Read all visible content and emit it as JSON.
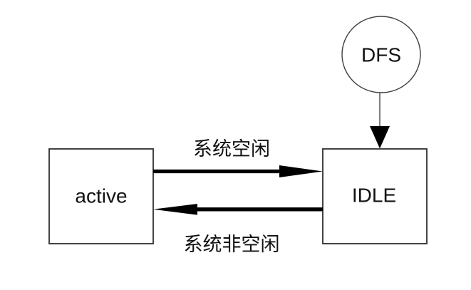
{
  "colors": {
    "background": "#ffffff",
    "node_fill": "#ffffff",
    "node_border": "#2f2f2f",
    "circle_border": "#404040",
    "arrow": "#000000",
    "connector": "#808080",
    "text": "#111111"
  },
  "nodes": {
    "dfs": {
      "label": "DFS",
      "shape": "circle"
    },
    "active": {
      "label": "active",
      "shape": "rectangle"
    },
    "idle": {
      "label": "IDLE",
      "shape": "rectangle"
    }
  },
  "edges": {
    "active_to_idle": {
      "label": "系统空闲",
      "direction": "right"
    },
    "idle_to_active": {
      "label": "系统非空闲",
      "direction": "left"
    },
    "dfs_to_idle": {
      "label": "",
      "direction": "down"
    }
  }
}
